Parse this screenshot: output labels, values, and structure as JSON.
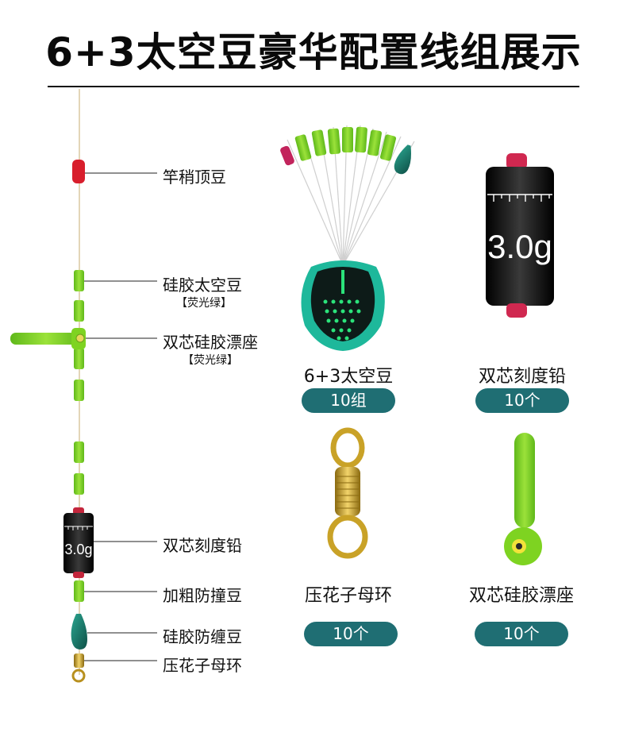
{
  "title": "6+3太空豆豪华配置线组展示",
  "rig_labels": [
    {
      "text": "竿稍顶豆"
    },
    {
      "text": "硅胶太空豆",
      "sub": "【荧光绿】"
    },
    {
      "text": "双芯硅胶漂座",
      "sub": "【荧光绿】"
    },
    {
      "text": "双芯刻度铅"
    },
    {
      "text": "加粗防撞豆"
    },
    {
      "text": "硅胶防缠豆"
    },
    {
      "text": "压花子母环"
    }
  ],
  "sinker_marking": "3.0g",
  "products": [
    {
      "name": "6+3太空豆",
      "qty": "10组",
      "icon": "space-bean-set"
    },
    {
      "name": "双芯刻度铅",
      "qty": "10个",
      "icon": "scaled-sinker"
    },
    {
      "name": "压花子母环",
      "qty": "10个",
      "icon": "swivel"
    },
    {
      "name": "双芯硅胶漂座",
      "qty": "10个",
      "icon": "float-seat"
    }
  ],
  "colors": {
    "fluoro_green": "#7ed321",
    "teal": "#1f6e73",
    "red_bead": "#d81e2c",
    "brass": "#c9a227",
    "sinker_black": "#1a1a1a"
  }
}
